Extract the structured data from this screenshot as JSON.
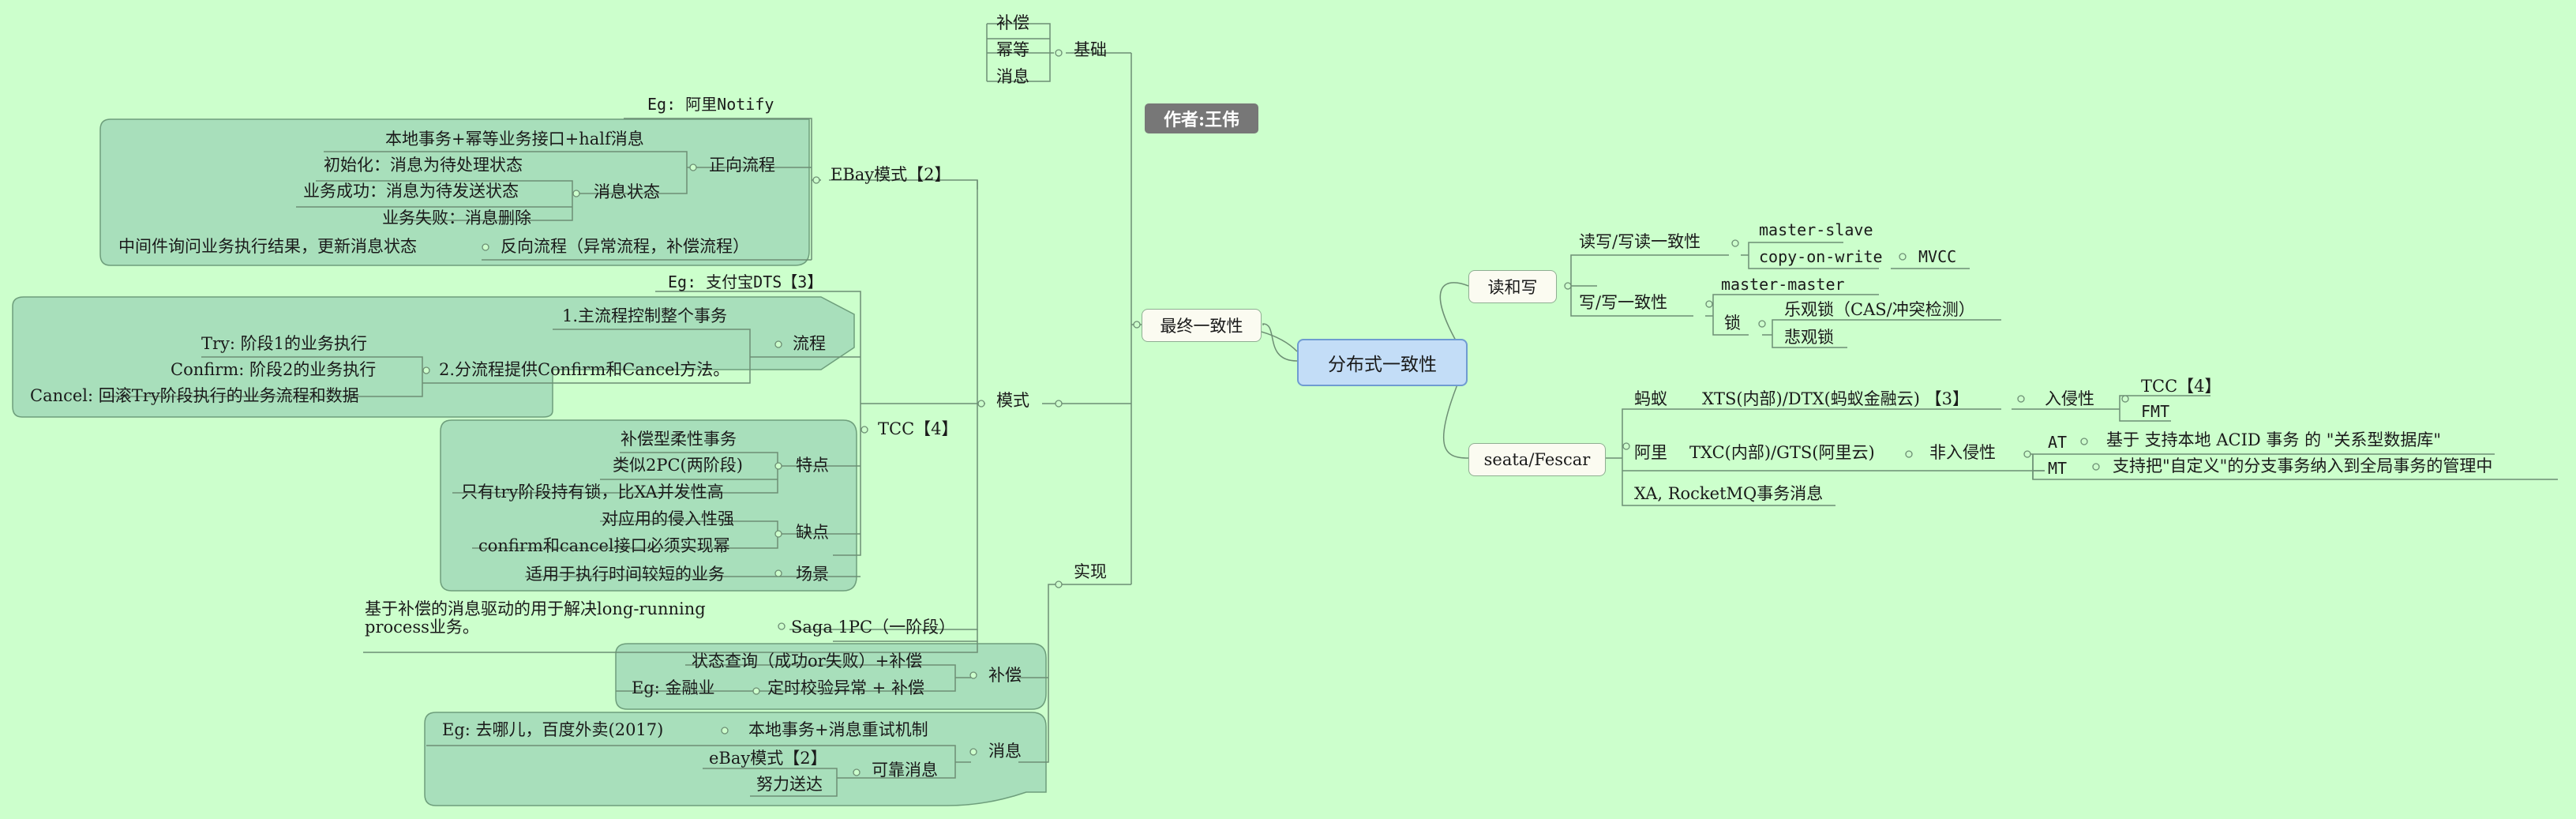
{
  "root": "分布式一致性",
  "author": "作者:王伟",
  "left": {
    "basic": {
      "label": "基础",
      "children": [
        "补偿",
        "幂等",
        "消息"
      ]
    },
    "eventual": "最终一致性",
    "mode": {
      "label": "模式",
      "ebay": {
        "label": "EBay模式【2】",
        "eg": "Eg:  阿里Notify",
        "forward": {
          "label": "正向流程",
          "local": "本地事务+幂等业务接口+half消息",
          "state_label": "消息状态",
          "states": [
            "初始化：消息为待处理状态",
            "业务成功：消息为待发送状态",
            "业务失败：消息删除"
          ]
        },
        "reverse": {
          "label": "反向流程（异常流程，补偿流程）",
          "desc": "中间件询问业务执行结果，更新消息状态"
        }
      },
      "tcc": {
        "label": "TCC【4】",
        "eg": "Eg: 支付宝DTS【3】",
        "flow": {
          "label": "流程",
          "item1": "1.主流程控制整个事务",
          "item2": "2.分流程提供Confirm和Cancel方法。",
          "sub": [
            "Try:  阶段1的业务执行",
            "Confirm: 阶段2的业务执行",
            "Cancel: 回滚Try阶段执行的业务流程和数据"
          ]
        },
        "features": {
          "label": "特点",
          "items": [
            "补偿型柔性事务",
            "类似2PC(两阶段)",
            "只有try阶段持有锁，比XA并发性高"
          ]
        },
        "cons": {
          "label": "缺点",
          "items": [
            "对应用的侵入性强",
            "confirm和cancel接口必须实现幂"
          ]
        },
        "scene": {
          "label": "场景",
          "item": "适用于执行时间较短的业务"
        }
      },
      "saga": {
        "label": "Saga 1PC（一阶段）",
        "desc1": "基于补偿的消息驱动的用于解决long-running",
        "desc2": "process业务。"
      }
    },
    "impl": {
      "label": "实现",
      "comp": {
        "label": "补偿",
        "items": [
          "状态查询（成功or失败）+补偿",
          "定时校验异常 + 补偿"
        ],
        "eg": "Eg: 金融业"
      },
      "msg": {
        "label": "消息",
        "local": "本地事务+消息重试机制",
        "eg": "Eg:  去哪儿，百度外卖(2017)",
        "reliable": "可靠消息",
        "rel_items": [
          "eBay模式【2】",
          "努力送达"
        ]
      }
    }
  },
  "right": {
    "rw": {
      "label": "读和写",
      "rw_consistency": {
        "label": "读写/写读一致性",
        "items": [
          "master-slave",
          "copy-on-write"
        ],
        "mvcc": "MVCC"
      },
      "ww": {
        "label": "写/写一致性",
        "mm": "master-master",
        "lock": "锁",
        "locks": [
          "乐观锁（CAS/冲突检测）",
          "悲观锁"
        ]
      }
    },
    "seata": {
      "label": "seata/Fescar",
      "ant": {
        "label": "蚂蚁",
        "xts": "XTS(内部)/DTX(蚂蚁金融云)  【3】",
        "intrusive": "入侵性",
        "items": [
          "TCC【4】",
          "FMT"
        ]
      },
      "ali": {
        "label": "阿里",
        "txc": "TXC(内部)/GTS(阿里云)",
        "nonintrusive": "非入侵性",
        "at": "AT",
        "at_desc": "基于 支持本地 ACID 事务 的 \"关系型数据库\"",
        "mt": "MT",
        "mt_desc": "支持把\"自定义\"的分支事务纳入到全局事务的管理中"
      },
      "xa": "XA, RocketMQ事务消息"
    }
  },
  "colors": {
    "background": "#ccffcc",
    "group_fill": "#a8dfbb",
    "group_border": "#6e9e7c",
    "root_fill": "#c3ddf7",
    "line": "#6d8e74"
  }
}
